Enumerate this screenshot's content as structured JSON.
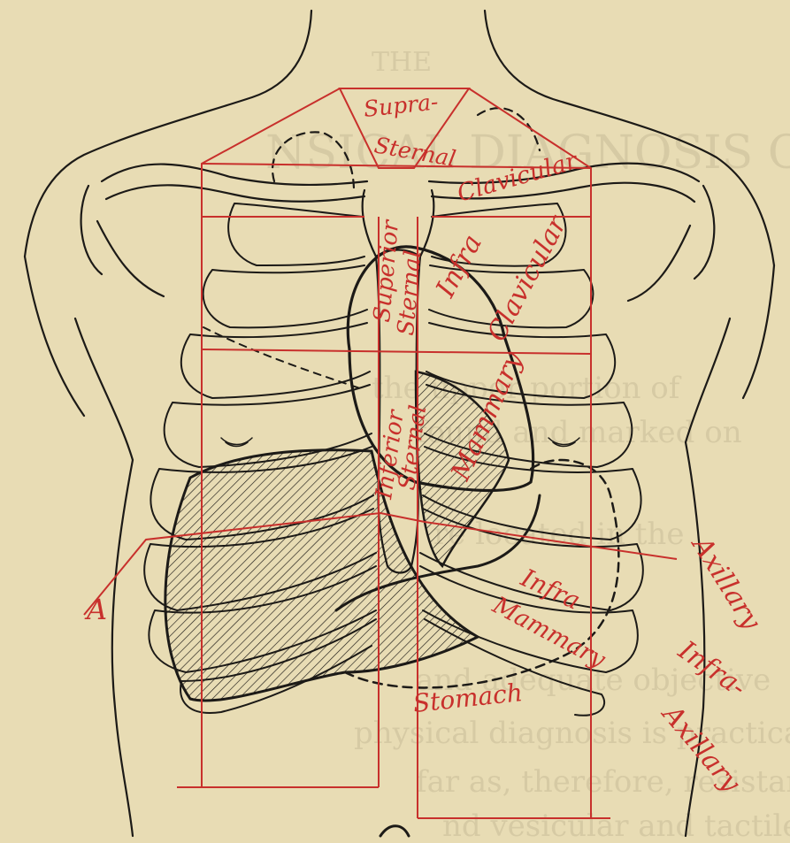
{
  "figure": {
    "labels": {
      "supra": "Supra-",
      "sternal": "Sternal",
      "clavicular": "Clavicular",
      "infra_clavicular_1": "Infra",
      "infra_clavicular_2": "Clavicular",
      "superior": "Superior",
      "sternal_mid": "Sternal",
      "mammary": "Mammary",
      "inferior": "Inferior",
      "sternal_low": "Sternal",
      "infra_mammary_1": "Infra",
      "infra_mammary_2": "Mammary",
      "axillary": "Axillary",
      "infra_axillary_1": "Infra-",
      "infra_axillary_2": "Axillary",
      "stomach": "Stomach",
      "a_marker": "A"
    },
    "colors": {
      "paper": "#e8dcb4",
      "ink": "#1c1a17",
      "region_lines": "#c8302c"
    }
  }
}
